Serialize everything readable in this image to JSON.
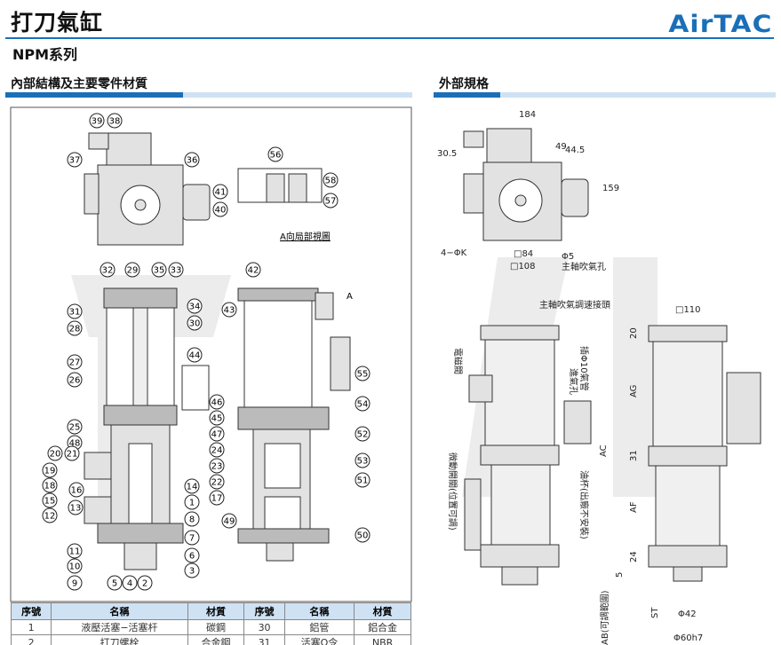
{
  "header": {
    "title": "打刀氣缸",
    "series": "NPM系列",
    "logo": "AirTAC"
  },
  "sections": {
    "internal": "內部結構及主要零件材質",
    "external": "外部規格"
  },
  "internal": {
    "callouts": [
      "39",
      "38",
      "37",
      "36",
      "41",
      "40",
      "56",
      "58",
      "57",
      "32",
      "29",
      "35",
      "33",
      "31",
      "34",
      "28",
      "30",
      "42",
      "43",
      "27",
      "26",
      "44",
      "46",
      "55",
      "54",
      "25",
      "48",
      "45",
      "47",
      "24",
      "23",
      "22",
      "17",
      "20",
      "21",
      "19",
      "18",
      "16",
      "15",
      "13",
      "12",
      "14",
      "1",
      "8",
      "7",
      "6",
      "3",
      "11",
      "10",
      "9",
      "5",
      "4",
      "2",
      "52",
      "53",
      "51",
      "49",
      "50"
    ],
    "view_label": "A向局部視圖",
    "arrow_label": "A"
  },
  "external": {
    "top_view": {
      "d184": "184",
      "d30_5": "30.5",
      "d49": "49",
      "d44_5": "44.5",
      "d159": "159",
      "hole": "4−ΦK",
      "sq84": "□84",
      "sq108": "□108",
      "phi5": "Φ5",
      "blow_hole": "主軸吹氣孔"
    },
    "side_view": {
      "speed_fitting": "主軸吹氣調速接頭",
      "solenoid": "電磁閥",
      "inlet": "進氣孔",
      "inlet_tube": "插Φ10氣管",
      "oil_cup": "油杯(出廠不安裝)",
      "micro_switch": "微動開關(位置可調)"
    },
    "front_view": {
      "sq110": "□110",
      "d20": "20",
      "AG": "AG",
      "AC": "AC",
      "d31": "31",
      "AF": "AF",
      "d24": "24",
      "d5": "5",
      "ST": "ST",
      "AB": "AB(可調範圍)",
      "phi42": "Φ42",
      "phi60": "Φ60h7"
    }
  },
  "parts_table": {
    "headers": [
      "序號",
      "名稱",
      "材質",
      "序號",
      "名稱",
      "材質"
    ],
    "rows": [
      [
        "1",
        "液壓活塞−活塞杆",
        "碳鋼",
        "30",
        "鋁管",
        "鋁合金"
      ],
      [
        "2",
        "打刀螺栓",
        "合金鋼",
        "31",
        "活塞O令",
        "NBR"
      ]
    ]
  },
  "colors": {
    "brand": "#1a6fb8",
    "header_fill": "#cfe2f3",
    "part": "#d9d9d9"
  }
}
